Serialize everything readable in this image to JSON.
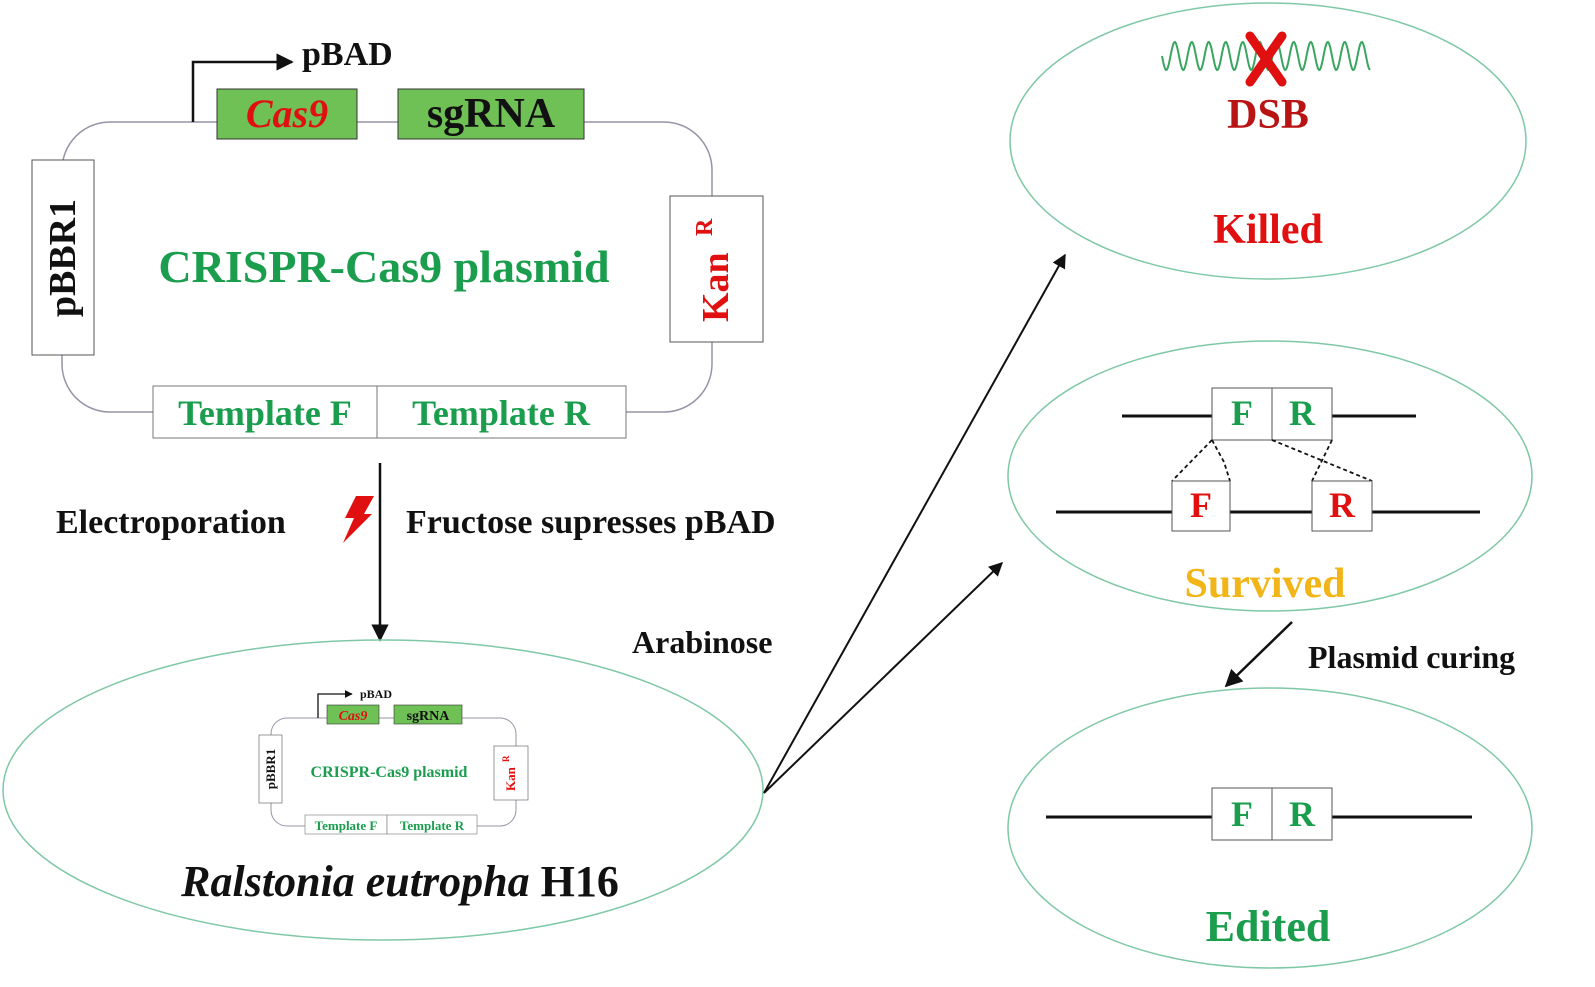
{
  "colors": {
    "green": "#1a9e4e",
    "red": "#e01010",
    "dark_red": "#b81414",
    "yellow": "#f2b517",
    "box_green": "#6fc055",
    "ellipse": "#7fc8a6",
    "line": "#111111",
    "plasmid_line": "#9a93a6"
  },
  "plasmid": {
    "promoter": "pBAD",
    "cas9": "Cas9",
    "sgrna": "sgRNA",
    "origin": "pBBR1",
    "resistance": "Kan",
    "resistance_sup": "R",
    "name": "CRISPR-Cas9 plasmid",
    "template_f": "Template F",
    "template_r": "Template R"
  },
  "steps": {
    "electroporation": "Electroporation",
    "fructose": "Fructose supresses pBAD",
    "arabinose": "Arabinose",
    "plasmid_curing": "Plasmid curing"
  },
  "host": {
    "species": "Ralstonia eutropha",
    "strain": "H16"
  },
  "outcomes": {
    "dsb": "DSB",
    "killed": "Killed",
    "survived": "Survived",
    "edited": "Edited",
    "f": "F",
    "r": "R"
  }
}
